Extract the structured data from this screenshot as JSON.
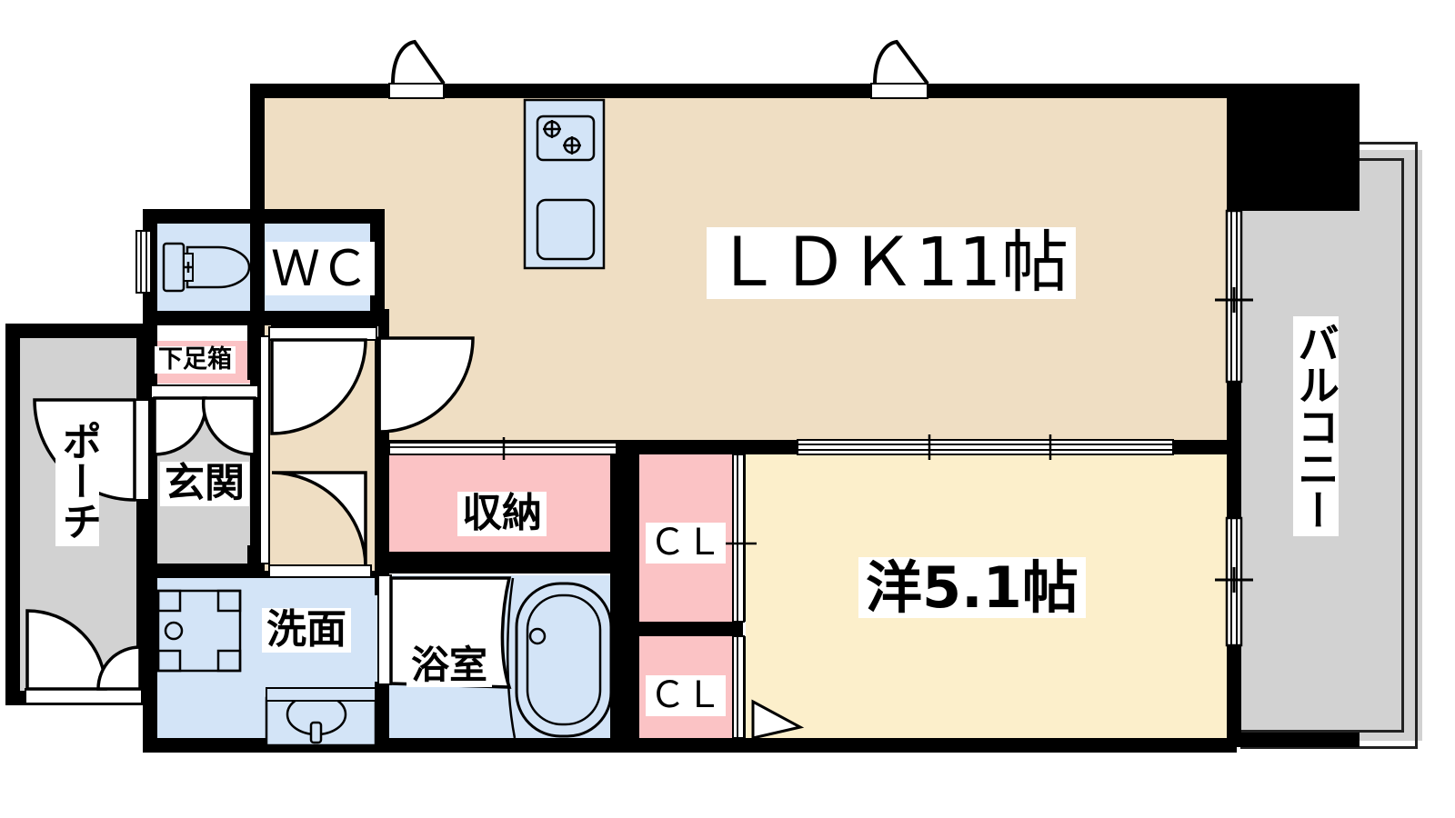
{
  "plan": {
    "type": "japanese-apartment-floor-plan",
    "layout_name": "1LDK",
    "colors": {
      "ldk_floor": "#EFDEC3",
      "bedroom_floor": "#FCEFCB",
      "storage_closet": "#FBC3C5",
      "water_area": "#D3E4F7",
      "outdoor_gray": "#D2D2D2",
      "wall": "#000000",
      "background": "#FFFFFF"
    },
    "rooms": [
      {
        "id": "ldk",
        "label": "ＬＤＫ11帖",
        "size_jo": 11,
        "fill": "#EFDEC3"
      },
      {
        "id": "bedroom",
        "label": "洋5.1帖",
        "size_jo": 5.1,
        "fill": "#FCEFCB"
      },
      {
        "id": "balcony",
        "label": "バルコニー",
        "fill": "#D2D2D2",
        "orientation": "vertical"
      },
      {
        "id": "porch",
        "label": "ポーチ",
        "fill": "#D2D2D2",
        "orientation": "vertical"
      },
      {
        "id": "genkan",
        "label": "玄関",
        "fill": "#D2D2D2"
      },
      {
        "id": "wc",
        "label": "ＷＣ",
        "fill": "#D3E4F7"
      },
      {
        "id": "washroom",
        "label": "洗面",
        "fill": "#D3E4F7"
      },
      {
        "id": "bathroom",
        "label": "浴室",
        "fill": "#D3E4F7"
      },
      {
        "id": "storage",
        "label": "収納",
        "fill": "#FBC3C5"
      },
      {
        "id": "closet_upper",
        "label": "ＣＬ",
        "fill": "#FBC3C5"
      },
      {
        "id": "closet_lower",
        "label": "ＣＬ",
        "fill": "#FBC3C5"
      },
      {
        "id": "shoebox",
        "label": "下足箱",
        "fill": "#FBC3C5"
      }
    ],
    "labels": {
      "ldk": "ＬＤＫ11帖",
      "bedroom": "洋5.1帖",
      "balcony": "バルコニー",
      "porch": "ポーチ",
      "genkan": "玄関",
      "wc": "ＷＣ",
      "washroom": "洗面",
      "bathroom": "浴室",
      "storage": "収納",
      "closet_upper": "ＣＬ",
      "closet_lower": "ＣＬ",
      "shoebox": "下足箱"
    },
    "fixtures": [
      {
        "name": "gas-stove",
        "burners": 2,
        "room": "ldk"
      },
      {
        "name": "kitchen-sink",
        "room": "ldk"
      },
      {
        "name": "toilet",
        "room": "wc"
      },
      {
        "name": "bathtub",
        "room": "bathroom"
      },
      {
        "name": "washbasin",
        "room": "washroom"
      },
      {
        "name": "washing-machine-pan",
        "room": "washroom"
      }
    ],
    "openings": [
      {
        "name": "casement-window-ldk-left",
        "type": "casement-window"
      },
      {
        "name": "casement-window-ldk-right",
        "type": "casement-window"
      },
      {
        "name": "balcony-sliding-door-ldk",
        "type": "sliding-glass-door"
      },
      {
        "name": "balcony-sliding-window-bedroom",
        "type": "sliding-window"
      },
      {
        "name": "ldk-bedroom-sliding-door",
        "type": "sliding-door"
      },
      {
        "name": "entrance-door",
        "type": "swing-door"
      },
      {
        "name": "porch-double-door",
        "type": "double-swing-door"
      },
      {
        "name": "wc-door",
        "type": "swing-door"
      },
      {
        "name": "hall-door",
        "type": "swing-door"
      },
      {
        "name": "washroom-door",
        "type": "swing-door"
      },
      {
        "name": "bathroom-door",
        "type": "folding-door"
      },
      {
        "name": "bedroom-door",
        "type": "sliding-door"
      }
    ]
  }
}
